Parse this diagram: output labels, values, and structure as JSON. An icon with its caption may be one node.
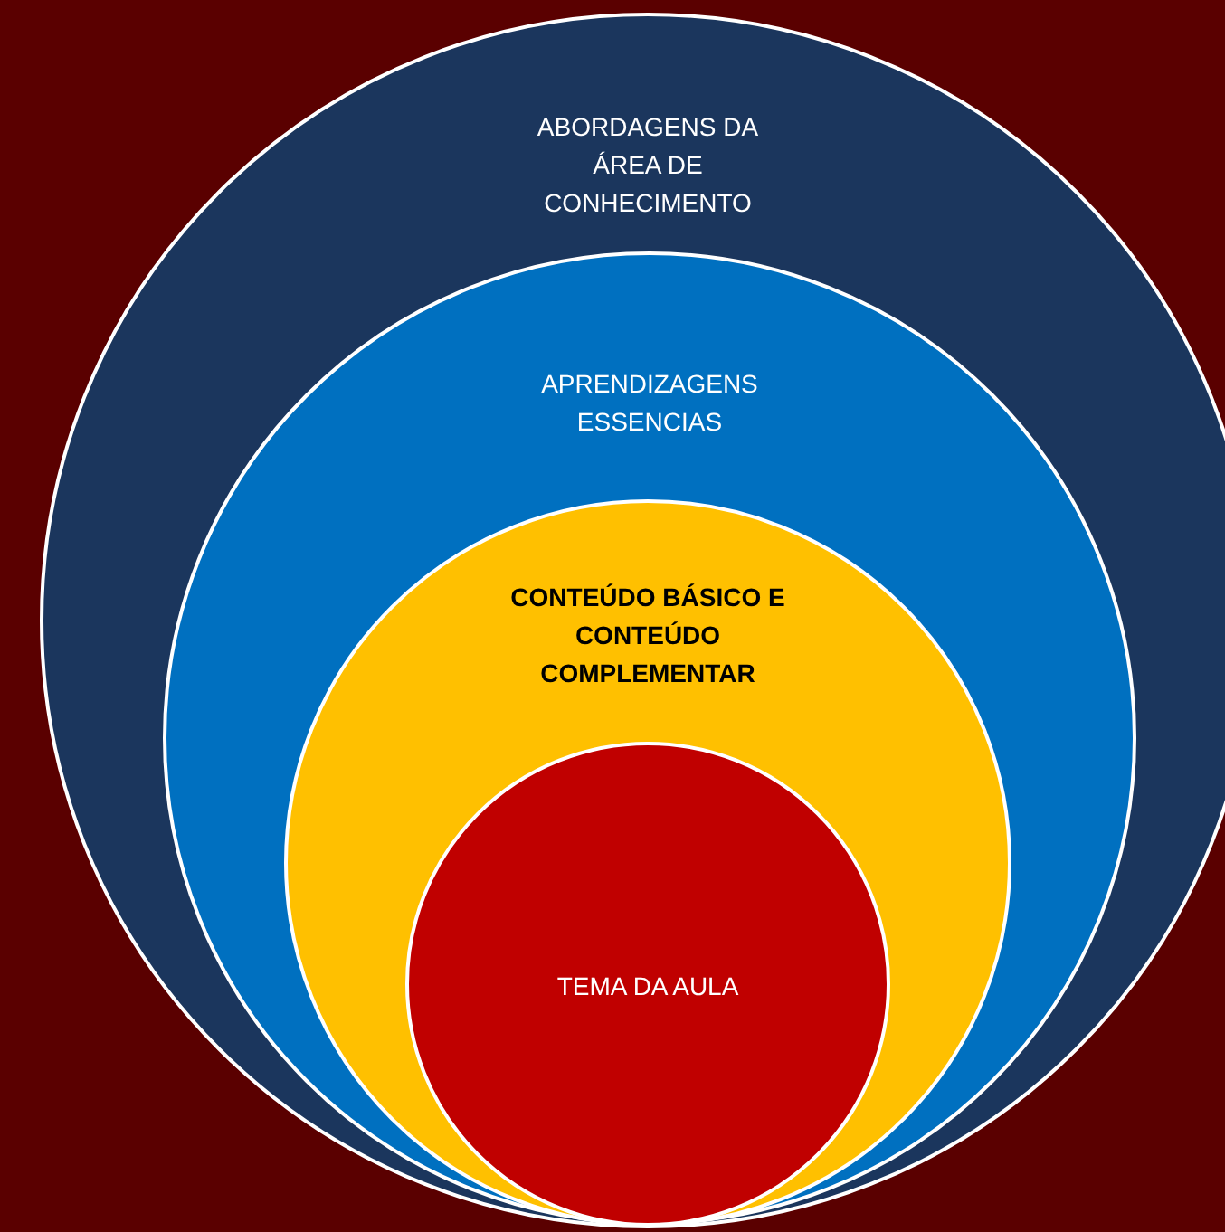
{
  "diagram": {
    "nodes": [
      {
        "text": [
          "ABORDAGENS DA ÁREA DE CONHECIMENTO"
        ]
      },
      {
        "text": [
          "APRENDIZAGENS ESSENCIAS"
        ],
        "in": 0
      },
      {
        "text": [
          "CONTEÚDO BÁSICO E CONTEÚDO COMPLEMENTAR"
        ],
        "in": 1
      },
      {
        "text": [
          "TEMA DA AULA"
        ],
        "in": 2
      }
    ]
  }
}
